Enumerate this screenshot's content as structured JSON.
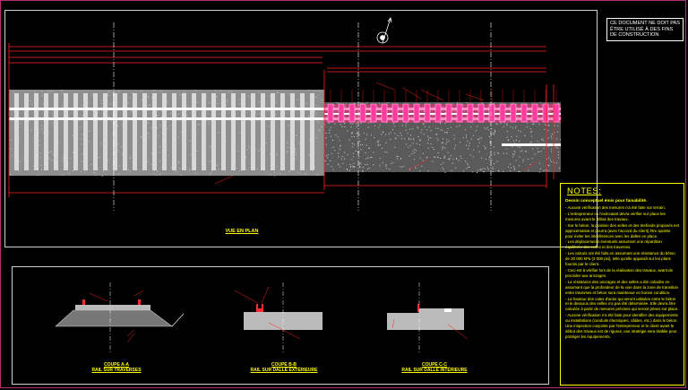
{
  "disclaimer": "CE DOCUMENT NE DOIT PAS ÊTRE UTILISÉ À DES FINS DE CONSTRUCTION",
  "notes": {
    "title": "NOTES:",
    "subtitle": "Dessin conceptuel émis pour faisabilité.",
    "items": [
      "- Aucune vérification des mesures n'a été faite sur terrain.",
      "- L'entrepreneur ou l'exécutant devra vérifier sur place les mesures avant le début des travaux.",
      "- Sur le béton, la position des selles et des tirefonds proposés est approximative et pourra (avec l'accord du client) être ajustée pour éviter les interférences avec les dalles en place.",
      "- Les déplacements éventuels assument une répartition équilibrée des selles et des traverses.",
      "- Les calculs ont été faits en assumant une résistance du béton de 20 000 kPa (3 000 psi), telle qu'elle apparaît sur les plans fournis par le client.",
      "- Ceci est à vérifier lors de la réalisation des travaux, avant de procéder aux ancrages.",
      "- La résistance des ancrages et des selles a été calculée en assumant que la profondeur de la voie dans la zone de transition entre traverses et béton sera maintenue en bonne condition.",
      "- La hauteur des cales d'acier qui seront utilisées entre le béton et le dessous des selles n'a pas été déterminée. Elle devra être calculée à partir de mesures précises qui seront prises sur place.",
      "- Aucune vérification n'a été faite pour identifier des équipements ou installations (conduits électriques, câbles, etc.) dans le béton. Une inspection conjointe par l'entrepreneur et le client avant le début des travaux est de rigueur, une stratégie sera établie pour protéger les équipements."
    ]
  },
  "captions": {
    "plan": "VUE EN PLAN",
    "section_a": {
      "title": "COUPE A-A",
      "sub": "RAIL SUR TRAVERSES"
    },
    "section_b": {
      "title": "COUPE B-B",
      "sub": "RAIL SUR DALLE EXTÉRIEURE"
    },
    "section_c": {
      "title": "COUPE C-C",
      "sub": "RAIL SUR DALLE INTÉRIEURE"
    }
  },
  "colors": {
    "frame": "#b0307a",
    "dim": "#ff2020",
    "text_yellow": "#ffff00",
    "gravel": "#9a9a9a",
    "tie": "#ffffff",
    "rail": "#ff60c0",
    "concrete": "#bbbbbb",
    "axis": "#ffffff"
  }
}
